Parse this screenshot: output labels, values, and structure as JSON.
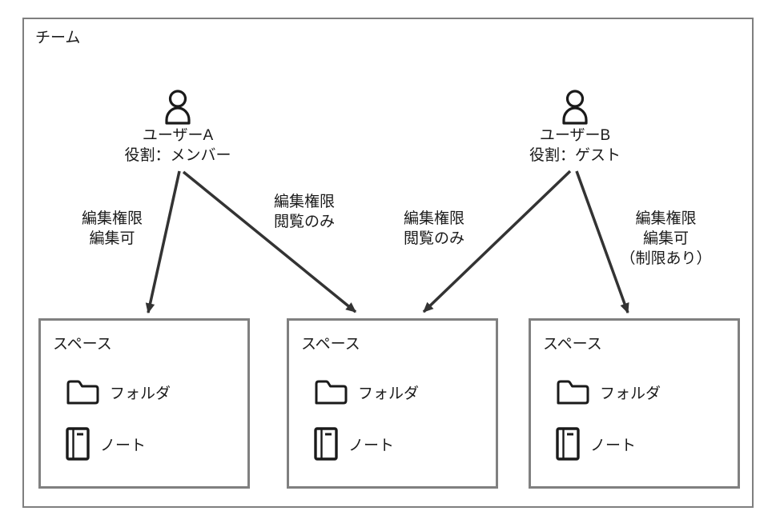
{
  "team": {
    "label": "チーム"
  },
  "users": [
    {
      "name": "ユーザーA",
      "role": "役割：メンバー",
      "icon": "person-icon"
    },
    {
      "name": "ユーザーB",
      "role": "役割：ゲスト",
      "icon": "person-icon"
    }
  ],
  "edges": [
    {
      "from": "ユーザーA",
      "to": "スペース1",
      "lines": [
        "編集権限",
        "編集可"
      ]
    },
    {
      "from": "ユーザーA",
      "to": "スペース2",
      "lines": [
        "編集権限",
        "閲覧のみ"
      ]
    },
    {
      "from": "ユーザーB",
      "to": "スペース2",
      "lines": [
        "編集権限",
        "閲覧のみ"
      ]
    },
    {
      "from": "ユーザーB",
      "to": "スペース3",
      "lines": [
        "編集権限",
        "編集可",
        "（制限あり）"
      ]
    }
  ],
  "spaces": [
    {
      "title": "スペース",
      "items": [
        {
          "icon": "folder-icon",
          "label": "フォルダ"
        },
        {
          "icon": "note-icon",
          "label": "ノート"
        }
      ]
    },
    {
      "title": "スペース",
      "items": [
        {
          "icon": "folder-icon",
          "label": "フォルダ"
        },
        {
          "icon": "note-icon",
          "label": "ノート"
        }
      ]
    },
    {
      "title": "スペース",
      "items": [
        {
          "icon": "folder-icon",
          "label": "フォルダ"
        },
        {
          "icon": "note-icon",
          "label": "ノート"
        }
      ]
    }
  ],
  "colors": {
    "box_border": "#808080",
    "outer_border": "#7f7f7f",
    "arrow": "#333333",
    "icon_stroke": "#1a1a1a",
    "text": "#1a1a1a",
    "background": "#ffffff"
  }
}
